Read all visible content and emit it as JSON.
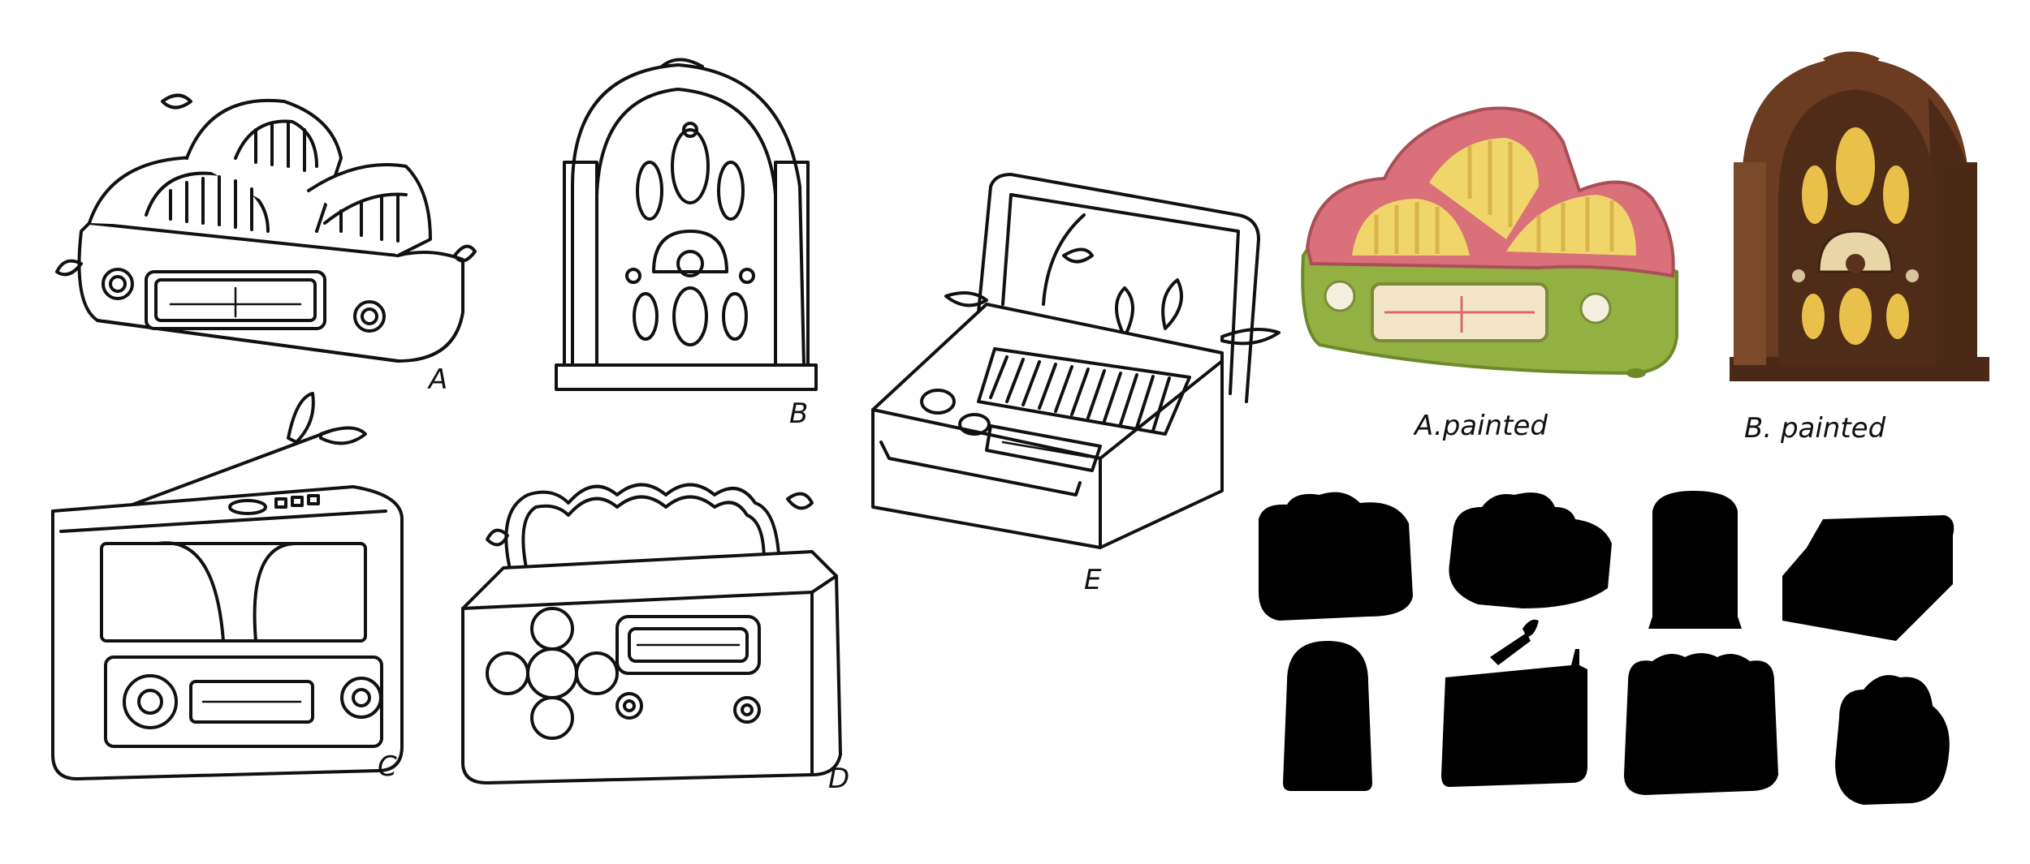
{
  "sketches": [
    {
      "id": "A",
      "label": "A"
    },
    {
      "id": "B",
      "label": "B"
    },
    {
      "id": "C",
      "label": "C"
    },
    {
      "id": "D",
      "label": "D"
    },
    {
      "id": "E",
      "label": "E"
    }
  ],
  "painted": [
    {
      "id": "A",
      "label": "A.painted",
      "colors": {
        "top": "#d9707a",
        "body": "#93b042",
        "grille": "#f0d56a",
        "dial": "#f3e6c6"
      }
    },
    {
      "id": "B",
      "label": "B. painted",
      "colors": {
        "cabinet": "#6b3c22",
        "dark": "#3e2212",
        "grille": "#e8c04a",
        "dial": "#e9d6a8"
      }
    }
  ],
  "silhouettes": {
    "count": 8,
    "color": "#000000"
  }
}
